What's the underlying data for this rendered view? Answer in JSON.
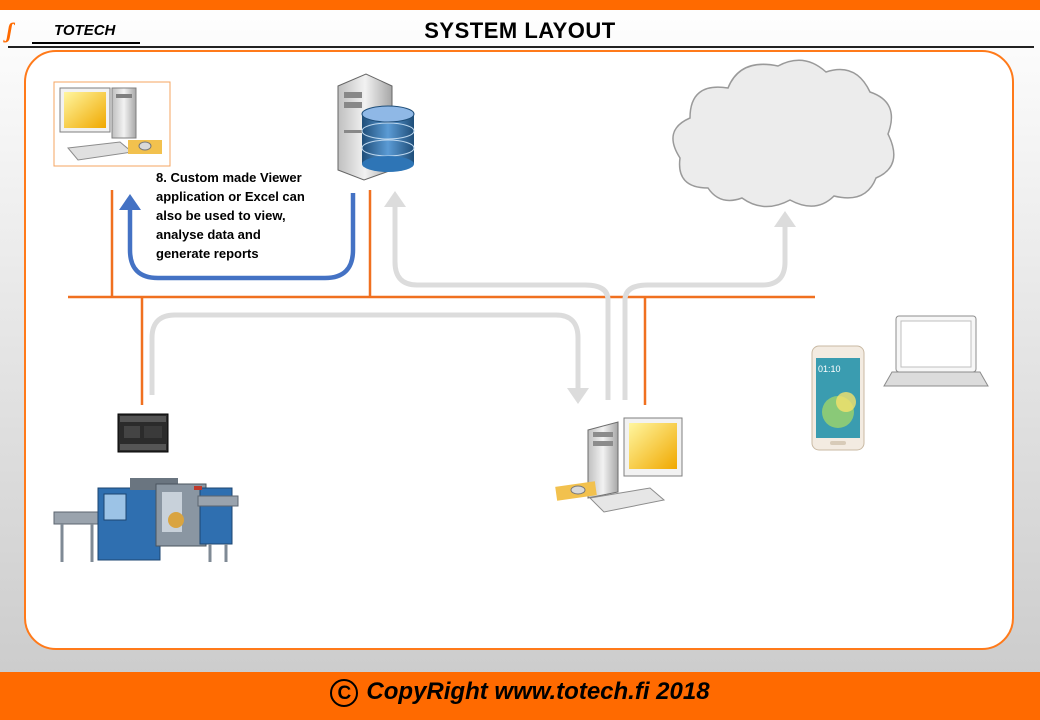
{
  "header": {
    "logo_text": "TOTECH",
    "title": "SYSTEM  LAYOUT"
  },
  "diagram": {
    "note": "8. Custom made Viewer\napplication or Excel can\nalso be used to view,\nanalyse data and\ngenerate reports",
    "icons": [
      "desktop-computer-icon",
      "database-server-icon",
      "cloud-icon",
      "plc-icon",
      "production-machine-icon",
      "workstation-icon",
      "smartphone-icon",
      "laptop-icon"
    ],
    "smartphone_time": "01:10"
  },
  "footer": {
    "copyright": "CopyRight www.totech.fi  2018"
  },
  "colors": {
    "accent": "#ff6a00",
    "network_line": "#f07020",
    "blue_arrow": "#4472c4",
    "gray_arrow": "#d9d9d9"
  }
}
